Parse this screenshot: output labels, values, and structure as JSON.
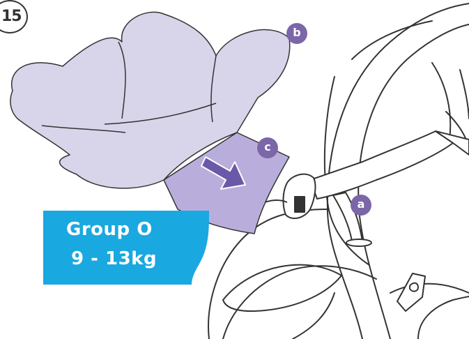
{
  "step": {
    "number": "15"
  },
  "callouts": {
    "a": "a",
    "b": "b",
    "c": "c"
  },
  "group_label": {
    "line1": "Group O",
    "line2": "9 - 13kg"
  },
  "colors": {
    "insert_fill": "#d8d4ea",
    "insert_panel": "#b9aedb",
    "arrow": "#6c58a8",
    "callout": "#7b66a8",
    "label_bg": "#1aa8e0",
    "outline": "#333333"
  },
  "icons": [
    "down-right-arrow-icon",
    "buckle-icon",
    "latch-icon"
  ]
}
